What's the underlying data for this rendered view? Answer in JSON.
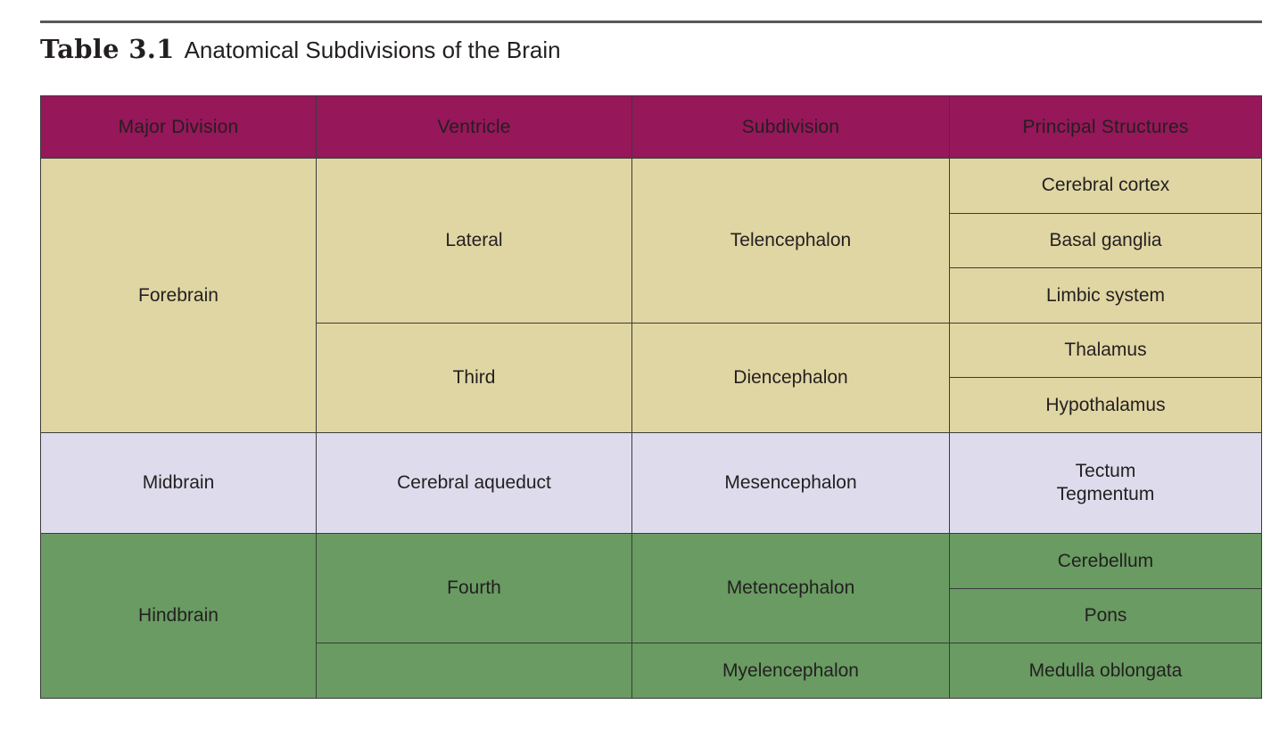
{
  "caption": {
    "label": "Table 3.1",
    "title": "Anatomical Subdivisions of the Brain"
  },
  "colors": {
    "header_magenta": "#96175A",
    "forebrain_tan": "#E0D6A3",
    "midbrain_lavender": "#DEDCEC",
    "hindbrain_green": "#699B62",
    "rule_gray": "#58595b",
    "border_dark": "#3b3b3b",
    "text": "#231f20",
    "header_text": "#ffffff"
  },
  "table": {
    "columns": [
      {
        "key": "major_division",
        "label": "Major Division"
      },
      {
        "key": "ventricle",
        "label": "Ventricle"
      },
      {
        "key": "subdivision",
        "label": "Subdivision"
      },
      {
        "key": "principal_structures",
        "label": "Principal Structures"
      }
    ],
    "sections": [
      {
        "major_division": "Forebrain",
        "tint": "forebrain",
        "groups": [
          {
            "ventricle": "Lateral",
            "subdivision": "Telencephalon",
            "structures": [
              "Cerebral cortex",
              "Basal ganglia",
              "Limbic system"
            ]
          },
          {
            "ventricle": "Third",
            "subdivision": "Diencephalon",
            "structures": [
              "Thalamus",
              "Hypothalamus"
            ]
          }
        ]
      },
      {
        "major_division": "Midbrain",
        "tint": "midbrain",
        "groups": [
          {
            "ventricle": "Cerebral aqueduct",
            "subdivision": "Mesencephalon",
            "structures": [
              "Tectum\nTegmentum"
            ]
          }
        ]
      },
      {
        "major_division": "Hindbrain",
        "tint": "hindbrain",
        "groups": [
          {
            "ventricle": "Fourth",
            "subdivision": "Metencephalon",
            "structures": [
              "Cerebellum",
              "Pons"
            ]
          },
          {
            "ventricle": "",
            "subdivision": "Myelencephalon",
            "structures": [
              "Medulla oblongata"
            ]
          }
        ]
      }
    ]
  },
  "cells": {
    "forebrain": "Forebrain",
    "lateral": "Lateral",
    "telencephalon": "Telencephalon",
    "cerebral_cortex": "Cerebral cortex",
    "basal_ganglia": "Basal ganglia",
    "limbic_system": "Limbic system",
    "third": "Third",
    "diencephalon": "Diencephalon",
    "thalamus": "Thalamus",
    "hypothalamus": "Hypothalamus",
    "midbrain": "Midbrain",
    "cerebral_aqueduct": "Cerebral aqueduct",
    "mesencephalon": "Mesencephalon",
    "tectum": "Tectum",
    "tegmentum": "Tegmentum",
    "hindbrain": "Hindbrain",
    "fourth": "Fourth",
    "metencephalon": "Metencephalon",
    "cerebellum": "Cerebellum",
    "pons": "Pons",
    "myelencephalon": "Myelencephalon",
    "medulla_oblongata": "Medulla oblongata",
    "blank": ""
  }
}
